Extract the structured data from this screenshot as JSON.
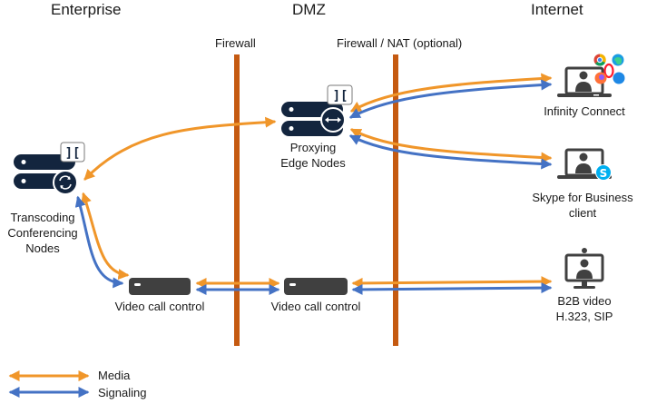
{
  "zones": {
    "enterprise": "Enterprise",
    "dmz": "DMZ",
    "internet": "Internet"
  },
  "firewalls": {
    "inner": "Firewall",
    "outer": "Firewall / NAT (optional)"
  },
  "nodes": {
    "transcoding": [
      "Transcoding",
      "Conferencing",
      "Nodes"
    ],
    "proxying": [
      "Proxying",
      "Edge Nodes"
    ],
    "vcc_enterprise": "Video call control",
    "vcc_dmz": "Video call control",
    "infinity_connect": "Infinity Connect",
    "skype": [
      "Skype for Business",
      "client"
    ],
    "b2b": [
      "B2B video",
      "H.323, SIP"
    ],
    "bracket_badge": "]["
  },
  "legend": {
    "media": "Media",
    "signaling": "Signaling"
  },
  "colors": {
    "media": "#f0962a",
    "signaling": "#4472c4",
    "firewall": "#c55a11",
    "server": "#13253e",
    "device": "#404040"
  }
}
